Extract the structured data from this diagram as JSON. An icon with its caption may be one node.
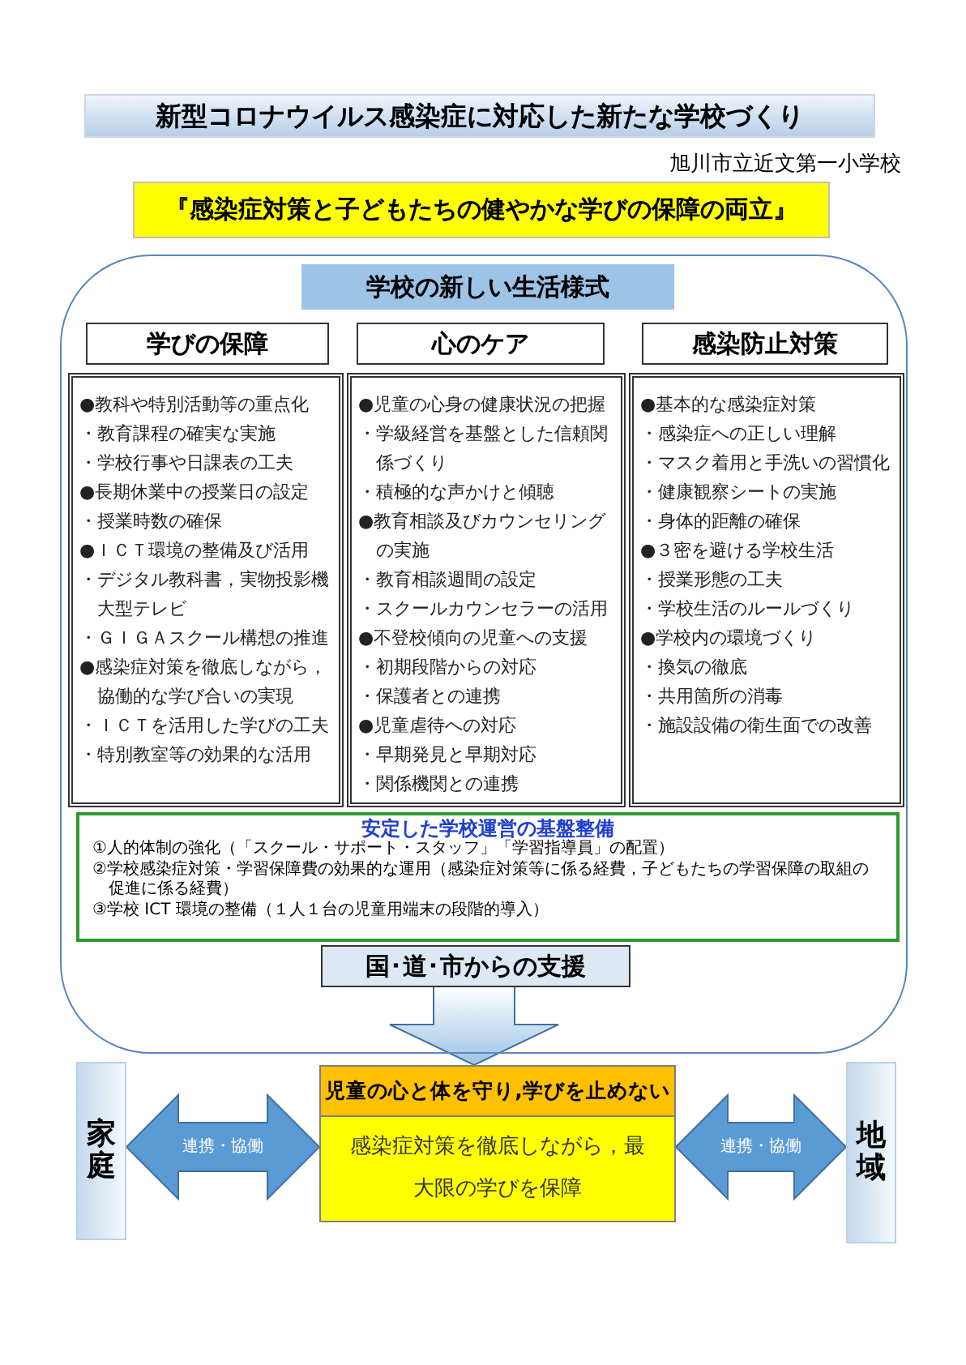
{
  "diagram": {
    "title": "新型コロナウイルス感染症に対応した新たな学校づくり",
    "nodes": [
      {
        "text": [
          "『感染症対策と子どもたちの健やかな学びの保障の両立』"
        ]
      },
      {
        "text": [],
        "shape": "box"
      },
      {
        "text": [
          "学校の新しい生活様式"
        ],
        "in": 1
      },
      {
        "text": [
          "学びの保障"
        ],
        "in": 1
      },
      {
        "text": [
          "心のケア"
        ],
        "in": 1
      },
      {
        "text": [
          "感染防止対策"
        ],
        "in": 1
      },
      {
        "text": [
          "●教科や特別活動等の重点化",
          "・教育課程の確実な実施",
          "・学校行事や日課表の工夫",
          "●長期休業中の授業日の設定",
          "・授業時数の確保",
          "●ＩＣＴ環境の整備及び活用",
          "・デジタル教科書，実物投影機大型テレビ",
          "・ＧＩＧＡスクール構想の推進",
          "●感染症対策を徹底しながら，協働的な学び合いの実現",
          "・ＩＣＴを活用した学びの工夫",
          "・特別教室等の効果的な活用"
        ],
        "in": 1
      },
      {
        "text": [
          "●児童の心身の健康状況の把握",
          "・学級経営を基盤とした信頼関係づくり",
          "・積極的な声かけと傾聴",
          "●教育相談及びカウンセリングの実施",
          "・教育相談週間の設定",
          "・スクールカウンセラーの活用",
          "●不登校傾向の児童への支援",
          "・初期段階からの対応",
          "・保護者との連携",
          "●児童虐待への対応",
          "・早期発見と早期対応",
          "・関係機関との連携"
        ],
        "in": 1
      },
      {
        "text": [
          "●基本的な感染症対策",
          "・感染症への正しい理解",
          "・マスク着用と手洗いの習慣化",
          "・健康観察シートの実施",
          "・身体的距離の確保",
          "●３密を避ける学校生活",
          "・授業形態の工夫",
          "・学校生活のルールづくり",
          "●学校内の環境づくり",
          "・換気の徹底",
          "・共用箇所の消毒",
          "・施設設備の衛生面での改善"
        ],
        "in": 1
      },
      {
        "text": [
          "安定した学校運営の基盤整備",
          "①人的体制の強化（「スクール・サポート・スタッフ」「学習指導員」の配置）",
          "②学校感染症対策・学習保障費の効果的な運用（感染症対策等に係る経費，子どもたちの学習保障の取組の促進に係る経費）",
          "③学校 ICT 環境の整備（１人１台の児童用端末の段階的導入）"
        ],
        "in": 1
      },
      {
        "text": [
          "国･道･市からの支援"
        ],
        "in": 1
      },
      {
        "text": [
          "家庭"
        ]
      },
      {
        "text": [
          "児童の心と体を守り,学びを止めない",
          "感染症対策を徹底しながら，最大限の学びを保障"
        ]
      },
      {
        "text": [
          "地域"
        ]
      }
    ],
    "edges": [
      {
        "from": 10,
        "to": 12,
        "arrow": "to"
      },
      {
        "from": 11,
        "to": 12,
        "arrow": "both",
        "label": "連携・協働"
      },
      {
        "from": 12,
        "to": 13,
        "arrow": "both",
        "label": "連携・協働"
      }
    ],
    "labels": [
      "旭川市立近文第一小学校"
    ]
  }
}
